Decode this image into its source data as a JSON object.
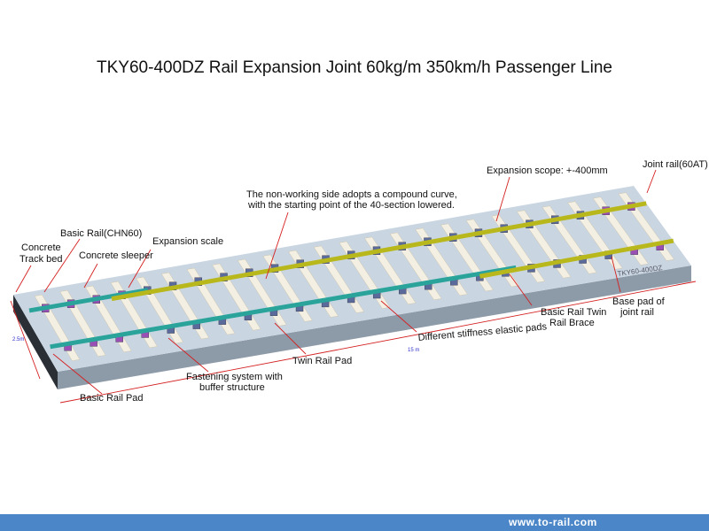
{
  "title": "TKY60-400DZ Rail Expansion Joint 60kg/m 350km/h Passenger Line",
  "labels": {
    "track_bed": [
      "Concrete",
      "Track bed"
    ],
    "basic_rail": "Basic Rail(CHN60)",
    "sleeper": "Concrete sleeper",
    "expansion_scale": "Expansion scale",
    "non_working": [
      "The non-working side adopts a compound curve,",
      "with the starting point of the 40-section lowered."
    ],
    "expansion_scope": "Expansion scope: +-400mm",
    "joint_rail": "Joint rail(60AT)",
    "basic_rail_pad": "Basic Rail Pad",
    "fastening": [
      "Fastening system with",
      "buffer structure"
    ],
    "twin_pad": "Twin Rail Pad",
    "elastic_pads": "Different stiffness elastic pads",
    "twin_brace": [
      "Basic Rail Twin",
      "Rail Brace"
    ],
    "base_pad": [
      "Base pad of",
      "joint rail"
    ],
    "model_stamp": "TKY60-400DZ",
    "width_dim": "2.5m",
    "length_dim": "15 m"
  },
  "footer": "www.to-rail.com",
  "colors": {
    "slab": "#c9d6e2",
    "sleeper": "#f3efe2",
    "basic_rail": "#2aa39b",
    "joint_rail": "#b8b81c",
    "leader": "#d42020",
    "footer": "#4a86c8"
  }
}
